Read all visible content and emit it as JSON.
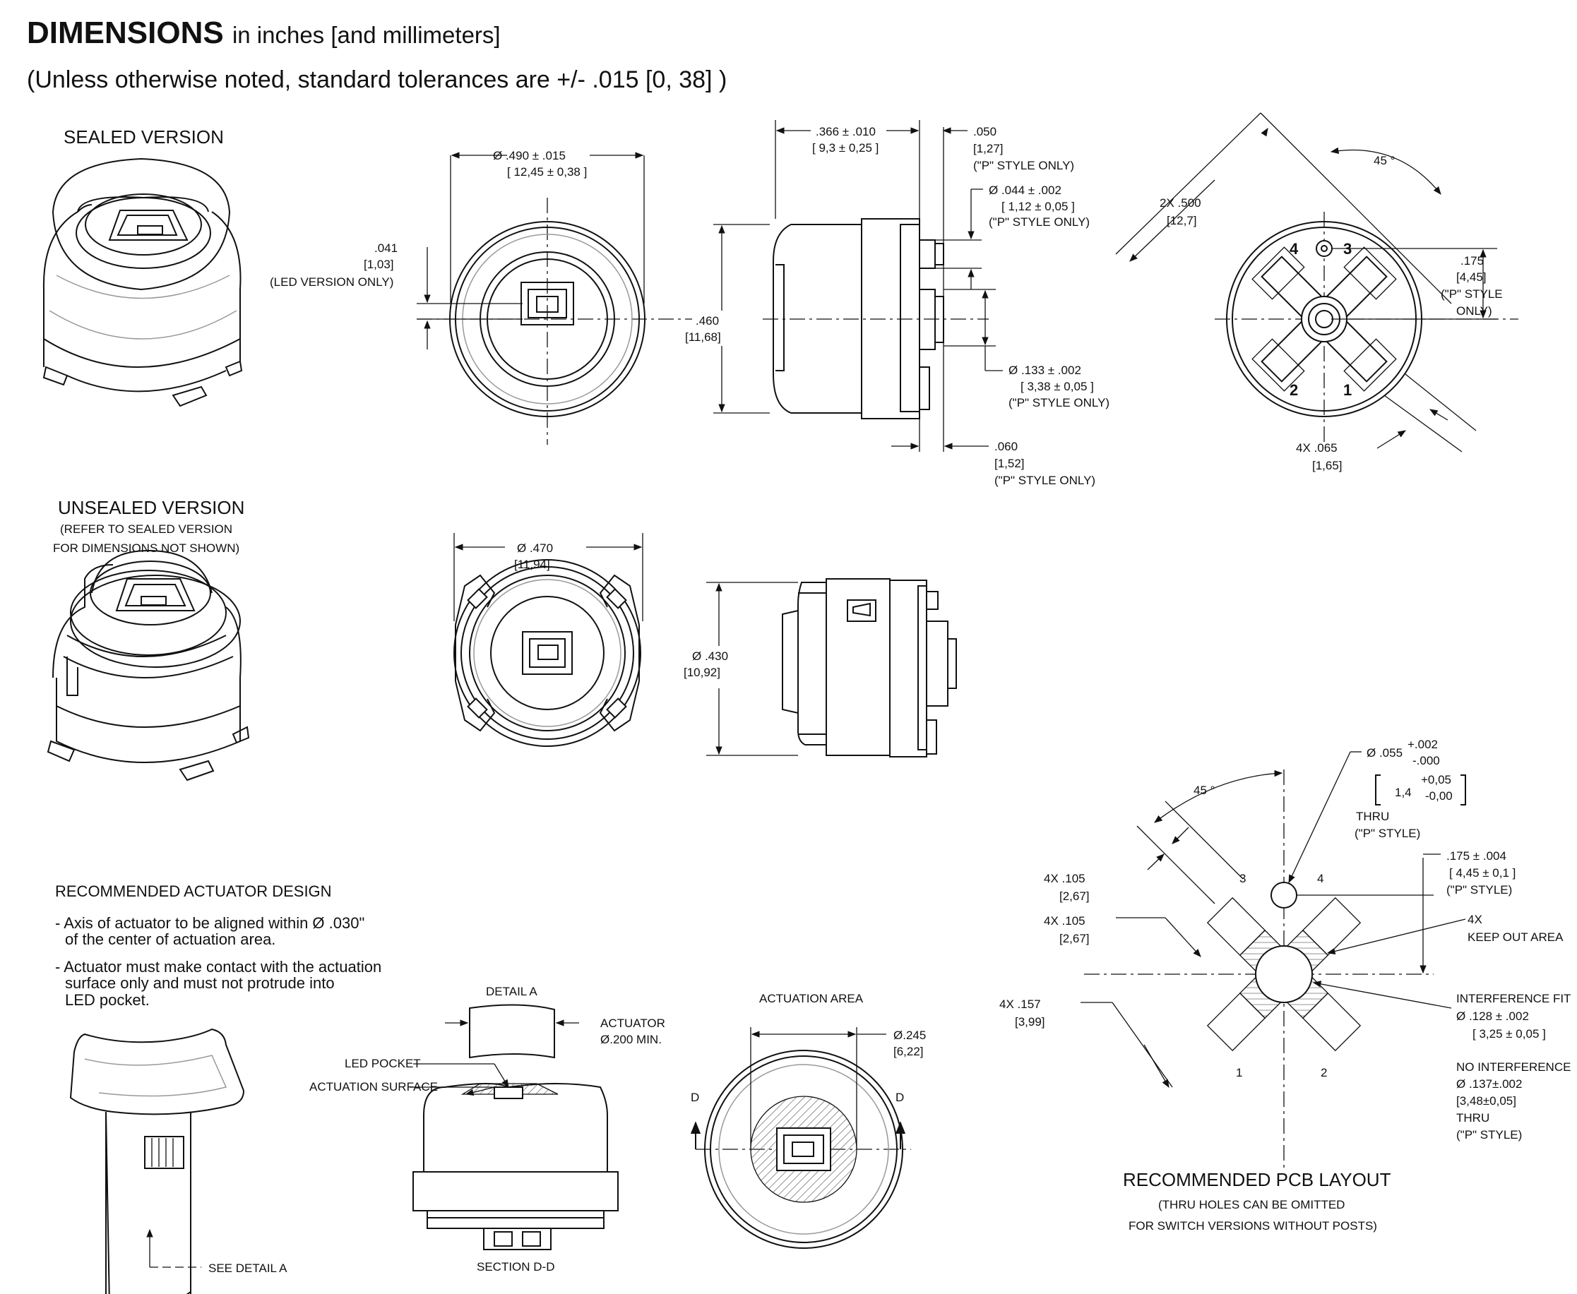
{
  "header": {
    "title": "DIMENSIONS",
    "title_suffix": "in inches [and millimeters]",
    "tolerance_note": "(Unless otherwise noted, standard tolerances are +/- .015 [0, 38] )"
  },
  "sealed": {
    "heading": "SEALED VERSION",
    "led_offset": ".041",
    "led_offset_mm": "[1,03]",
    "led_note": "(LED VERSION ONLY)",
    "dia": "Ø .490  ±  .015",
    "dia_mm": "[  12,45   ± 0,38   ]",
    "side_len": ".366  ±  .010",
    "side_len_mm": "[ 9,3  ± 0,25  ]",
    "post_off": ".050",
    "post_off_mm": "[1,27]",
    "p_style_only": "(\"P\" STYLE ONLY)",
    "post_dia": "Ø .044   ± .002",
    "post_dia_mm": "[  1,12   ± 0,05    ]",
    "height": ".460",
    "height_mm": "[11,68]",
    "pin_dia": "Ø .133   ± .002",
    "pin_dia_mm": "[  3,38   ± 0,05    ]",
    "lead_len": ".060",
    "lead_len_mm": "[1,52]",
    "pin_space": "2X .500",
    "pin_space_mm": "[12,7]",
    "angle": "45 °",
    "post_pos": ".175",
    "post_pos_mm": "[4,45]",
    "post_pos_note1": "(\"P\" STYLE",
    "post_pos_note2": "ONLY)",
    "pin_w": "4X .065",
    "pin_w_mm": "[1,65]",
    "pin_nums": [
      "4",
      "3",
      "2",
      "1"
    ]
  },
  "unsealed": {
    "heading": "UNSEALED VERSION",
    "note1": "(REFER TO SEALED VERSION",
    "note2": "FOR DIMENSIONS NOT SHOWN)",
    "dia": "Ø .470",
    "dia_mm": "[11,94]",
    "height": "Ø .430",
    "height_mm": "[10,92]"
  },
  "actuator": {
    "heading": "RECOMMENDED ACTUATOR DESIGN",
    "bullet1a": "- Axis of actuator to be aligned within  Ø .030\"",
    "bullet1b": "of the center of actuation area.",
    "bullet2a": "- Actuator must make contact with the actuation",
    "bullet2b": "surface only and must not protrude into",
    "bullet2c": "LED pocket.",
    "see_detail": "SEE DETAIL A",
    "detail_a": "DETAIL A",
    "actuator_lbl": "ACTUATOR",
    "actuator_min": "Ø.200 MIN.",
    "led_pocket": "LED POCKET",
    "act_surface": "ACTUATION SURFACE",
    "section": "SECTION  D-D",
    "act_area": "ACTUATION AREA",
    "area_dia": "Ø.245",
    "area_dia_mm": "[6,22]",
    "d_mark": "D"
  },
  "pcb": {
    "hole_dia": "Ø .055",
    "tol_plus": "+.002",
    "tol_minus": "-.000",
    "mm_val": "1,4",
    "mm_plus": "+0,05",
    "mm_minus": "-0,00",
    "thru": "THRU",
    "p_style": "(\"P\" STYLE)",
    "angle": "45 °",
    "pad_a": "4X .105",
    "pad_a_mm": "[2,67]",
    "pad_b": "4X .105",
    "pad_b_mm": "[2,67]",
    "pad_c": "4X .157",
    "pad_c_mm": "[3,99]",
    "post_pos": ".175   ±  .004",
    "post_pos_mm": "[  4,45    ± 0,1    ]",
    "keep_out1": "4X",
    "keep_out2": "KEEP OUT AREA",
    "interference": "INTERFERENCE FIT",
    "int_dia": "Ø .128    ±  .002",
    "int_dia_mm": "[   3,25    ± 0,05    ]",
    "no_int": "NO INTERFERENCE",
    "no_int_dia": "Ø .137±.002",
    "no_int_mm": "[3,48±0,05]",
    "heading": "RECOMMENDED PCB LAYOUT",
    "sub1": "(THRU HOLES CAN BE OMITTED",
    "sub2": "FOR SWITCH VERSIONS WITHOUT POSTS)",
    "pad_nums": [
      "3",
      "4",
      "1",
      "2"
    ]
  }
}
